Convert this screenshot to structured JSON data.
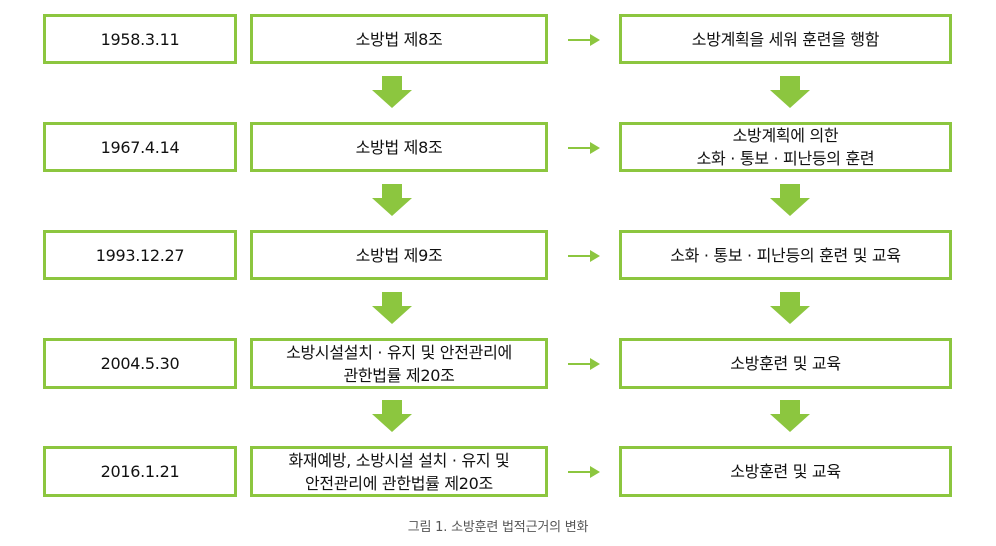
{
  "rows": [
    {
      "date": "1958.3.11",
      "law": "소방법 제8조",
      "result": "소방계획을 세워 훈련을 행함"
    },
    {
      "date": "1967.4.14",
      "law": "소방법 제8조",
      "result": "소방계획에 의한\n소화 · 통보 · 피난등의 훈련"
    },
    {
      "date": "1993.12.27",
      "law": "소방법 제9조",
      "result": "소화 · 통보 · 피난등의 훈련 및 교육"
    },
    {
      "date": "2004.5.30",
      "law": "소방시설설치 · 유지 및 안전관리에\n관한법률 제20조",
      "result": "소방훈련 및 교육"
    },
    {
      "date": "2016.1.21",
      "law": "화재예방, 소방시설 설치 · 유지 및\n안전관리에 관한법률 제20조",
      "result": "소방훈련 및 교육"
    }
  ],
  "caption": "그림 1. 소방훈련 법적근거의 변화",
  "colors": {
    "accent": "#8cc63f",
    "text": "#111111",
    "caption": "#555555"
  }
}
